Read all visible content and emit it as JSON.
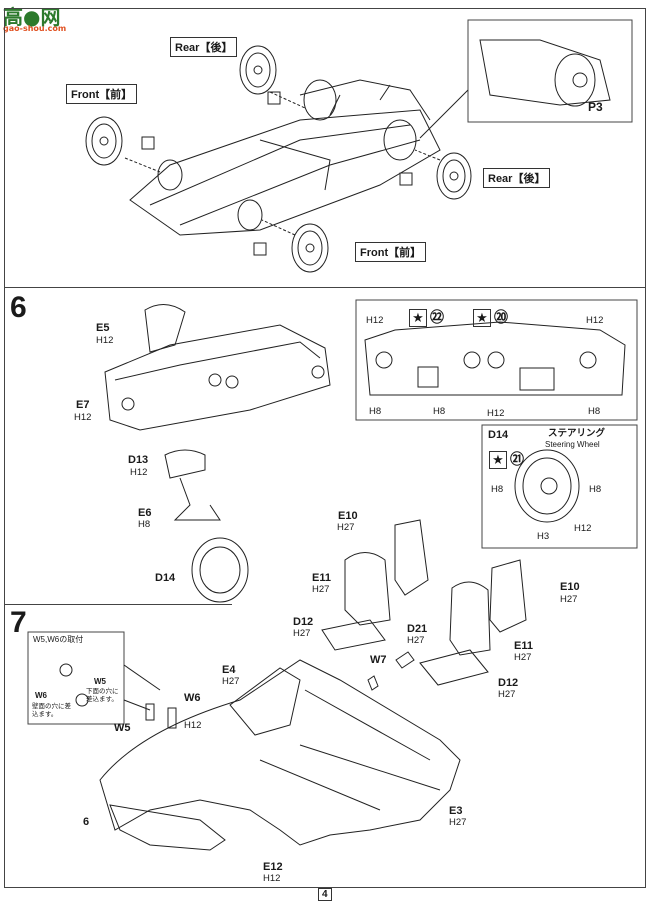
{
  "watermark": {
    "logo_text": "高●网",
    "url": "gao-shou.com"
  },
  "step5": {
    "label_rear_top": "Rear【後】",
    "label_front_left": "Front【前】",
    "label_rear_right": "Rear【後】",
    "label_front_bottom": "Front【前】",
    "inset_label": "P3"
  },
  "step6": {
    "number": "6",
    "parts": {
      "e5": "E5",
      "e5_sub": "H12",
      "e7": "E7",
      "e7_sub": "H12",
      "d13": "D13",
      "d13_sub": "H12",
      "e6": "E6",
      "e6_sub": "H8",
      "d14": "D14"
    },
    "detail": {
      "h12_left": "H12",
      "h12_right": "H12",
      "h8_left": "H8",
      "h8_mid": "H8",
      "h12_mid": "H12",
      "h8_right": "H8",
      "paint_22": "㉒",
      "paint_20": "⑳"
    },
    "steering": {
      "part": "D14",
      "title_jp": "ステアリング",
      "title_en": "Steering Wheel",
      "paint_21": "㉑",
      "h8_left": "H8",
      "h8_right": "H8",
      "h12": "H12",
      "h3": "H3"
    },
    "seats": {
      "e10_left": "E10",
      "e10_left_sub": "H27",
      "e11_left": "E11",
      "e11_left_sub": "H27",
      "d12_left": "D12",
      "d12_left_sub": "H27",
      "e10_right": "E10",
      "e10_right_sub": "H27",
      "e11_right": "E11",
      "e11_right_sub": "H27",
      "d12_right": "D12",
      "d12_right_sub": "H27"
    }
  },
  "step7": {
    "number": "7",
    "inset_title": "W5,W6の取付",
    "inset_w5": "W5",
    "inset_w5_note": "下面の穴に差込ます。",
    "inset_w6": "W6",
    "inset_w6_note": "壁面の穴に差込ます。",
    "w5": "W5",
    "w6": "W6",
    "w6_sub": "H12",
    "w7": "W7",
    "d21": "D21",
    "d21_sub": "H27",
    "e4": "E4",
    "e4_sub": "H27",
    "e3": "E3",
    "e3_sub": "H27",
    "e12": "E12",
    "e12_sub": "H12",
    "ref6": "6"
  },
  "page_number": "4"
}
